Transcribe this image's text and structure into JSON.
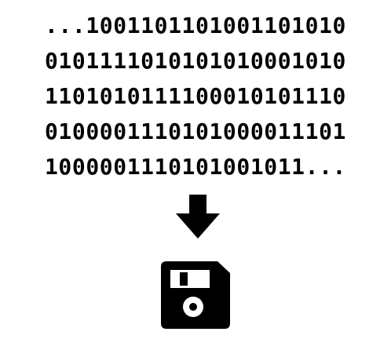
{
  "binary": {
    "lines": [
      "...10011011010011010 10",
      "0101111010101010001010",
      "1101010111100010101110",
      "0100001110101000011101",
      "1000001110101001011..."
    ]
  },
  "icons": {
    "arrow": "arrow-down-icon",
    "save": "floppy-disk-save-icon"
  },
  "colors": {
    "foreground": "#000000",
    "background": "#ffffff"
  }
}
